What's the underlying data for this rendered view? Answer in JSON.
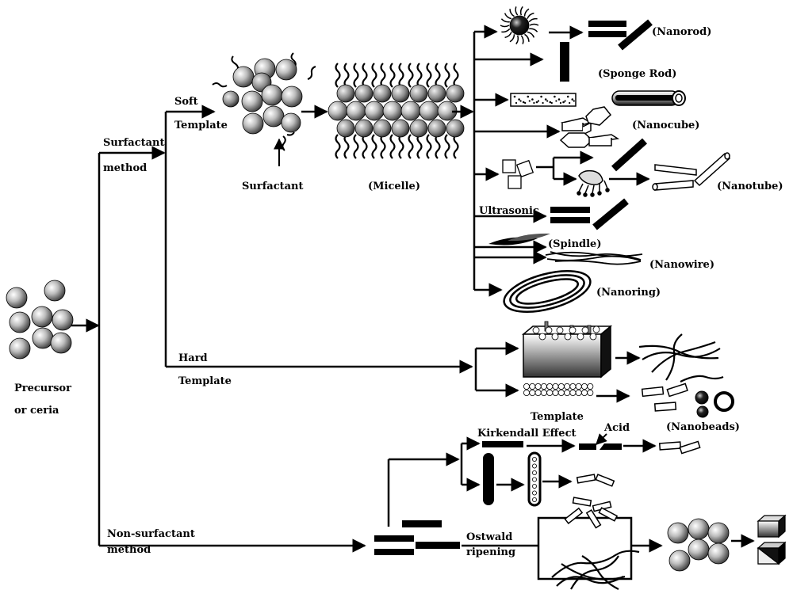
{
  "labels": {
    "precursor_line1": "Precursor",
    "precursor_line2": "or ceria",
    "surfactant_method_line1": "Surfactant",
    "surfactant_method_line2": "method",
    "soft_template_line1": "Soft",
    "soft_template_line2": "Template",
    "surfactant": "Surfactant",
    "micelle": "(Micelle)",
    "nanorod": "(Nanorod)",
    "sponge_rod": "(Sponge Rod)",
    "nanocube": "(Nanocube)",
    "nanotube": "(Nanotube)",
    "ultrasonic": "Ultrasonic",
    "spindle": "(Spindle)",
    "nanowire": "(Nanowire)",
    "nanoring": "(Nanoring)",
    "hard_template_line1": "Hard",
    "hard_template_line2": "Template",
    "template": "Template",
    "nanobeads": "(Nanobeads)",
    "kirkendall_effect": "Kirkendall Effect",
    "acid": "Acid",
    "non_surfactant_line1": "Non-surfactant",
    "non_surfactant_line2": "method",
    "ostwald_line1": "Ostwald",
    "ostwald_line2": "ripening"
  },
  "colors": {
    "line": "#000000",
    "sphere_light": "#ffffff",
    "sphere_mid": "#9a9a9a",
    "sphere_dark": "#333333",
    "background": "#ffffff"
  }
}
